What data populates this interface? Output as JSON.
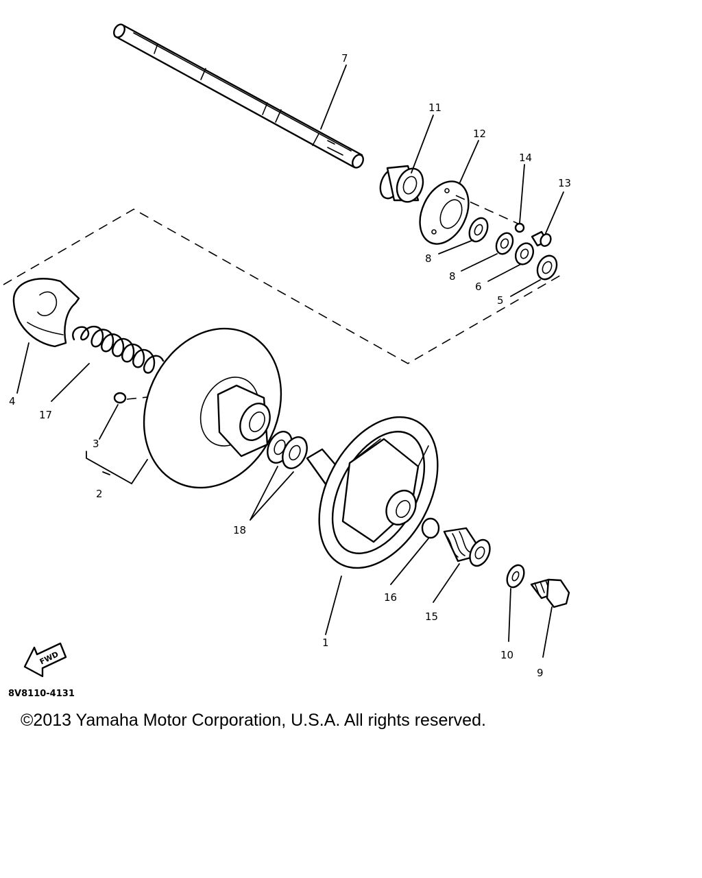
{
  "diagram": {
    "drawing_code": "8V8110-4131",
    "fwd_label": "FWD",
    "callouts": [
      "1",
      "2",
      "3",
      "4",
      "5",
      "6",
      "7",
      "8",
      "8",
      "9",
      "10",
      "11",
      "12",
      "13",
      "14",
      "15",
      "16",
      "17",
      "18"
    ],
    "colors": {
      "line": "#000000",
      "background": "#ffffff"
    }
  },
  "footer": {
    "copyright": "©2013 Yamaha Motor Corporation, U.S.A. All rights reserved."
  }
}
